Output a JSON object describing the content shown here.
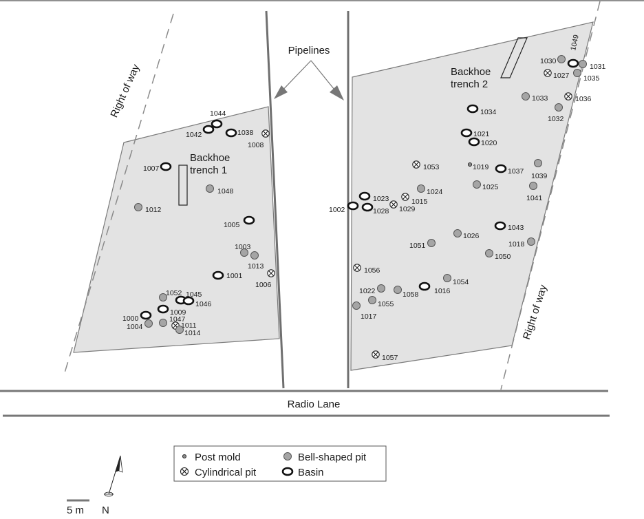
{
  "title": "",
  "labels": {
    "pipelines": "Pipelines",
    "radio_lane": "Radio Lane",
    "right_of_way_west": "Right of way",
    "right_of_way_east": "Right of way",
    "trench1_line1": "Backhoe",
    "trench1_line2": "trench 1",
    "trench2_line1": "Backhoe",
    "trench2_line2": "trench 2",
    "scale": "5 m",
    "north": "N"
  },
  "legend": {
    "post_mold": "Post mold",
    "bell_pit": "Bell-shaped pit",
    "cyl_pit": "Cylindrical pit",
    "basin": "Basin"
  },
  "colors": {
    "area_fill": "#e3e3e3",
    "area_stroke": "#7a7a7a",
    "pit_fill": "#a5a5a5",
    "line": "#6f6f6f",
    "dark": "#111111"
  },
  "features": [
    {
      "id": "1044",
      "type": "basin"
    },
    {
      "id": "1042",
      "type": "basin"
    },
    {
      "id": "1038",
      "type": "basin"
    },
    {
      "id": "1008",
      "type": "cylindrical"
    },
    {
      "id": "1007",
      "type": "basin"
    },
    {
      "id": "1048",
      "type": "bell"
    },
    {
      "id": "1012",
      "type": "bell"
    },
    {
      "id": "1005",
      "type": "basin"
    },
    {
      "id": "1003",
      "type": "bell"
    },
    {
      "id": "1013",
      "type": "bell"
    },
    {
      "id": "1001",
      "type": "basin"
    },
    {
      "id": "1006",
      "type": "cylindrical"
    },
    {
      "id": "1052",
      "type": "bell"
    },
    {
      "id": "1045",
      "type": "basin"
    },
    {
      "id": "1046",
      "type": "basin"
    },
    {
      "id": "1009",
      "type": "basin"
    },
    {
      "id": "1000",
      "type": "basin"
    },
    {
      "id": "1004",
      "type": "bell"
    },
    {
      "id": "1047",
      "type": "bell"
    },
    {
      "id": "1011",
      "type": "cylindrical"
    },
    {
      "id": "1014",
      "type": "bell"
    },
    {
      "id": "1030",
      "type": "bell"
    },
    {
      "id": "1049",
      "type": "basin"
    },
    {
      "id": "1031",
      "type": "bell"
    },
    {
      "id": "1027",
      "type": "cylindrical"
    },
    {
      "id": "1035",
      "type": "bell"
    },
    {
      "id": "1033",
      "type": "bell"
    },
    {
      "id": "1036",
      "type": "cylindrical"
    },
    {
      "id": "1032",
      "type": "bell"
    },
    {
      "id": "1034",
      "type": "basin"
    },
    {
      "id": "1021",
      "type": "basin"
    },
    {
      "id": "1020",
      "type": "basin"
    },
    {
      "id": "1053",
      "type": "cylindrical"
    },
    {
      "id": "1019",
      "type": "post"
    },
    {
      "id": "1037",
      "type": "basin"
    },
    {
      "id": "1039",
      "type": "bell"
    },
    {
      "id": "1025",
      "type": "bell"
    },
    {
      "id": "1041",
      "type": "bell"
    },
    {
      "id": "1024",
      "type": "bell"
    },
    {
      "id": "1023",
      "type": "basin"
    },
    {
      "id": "1015",
      "type": "cylindrical"
    },
    {
      "id": "1002",
      "type": "basin"
    },
    {
      "id": "1028",
      "type": "basin"
    },
    {
      "id": "1029",
      "type": "cylindrical"
    },
    {
      "id": "1043",
      "type": "basin"
    },
    {
      "id": "1026",
      "type": "bell"
    },
    {
      "id": "1018",
      "type": "bell"
    },
    {
      "id": "1051",
      "type": "bell"
    },
    {
      "id": "1050",
      "type": "bell"
    },
    {
      "id": "1056",
      "type": "cylindrical"
    },
    {
      "id": "1054",
      "type": "bell"
    },
    {
      "id": "1022",
      "type": "bell"
    },
    {
      "id": "1058",
      "type": "bell"
    },
    {
      "id": "1016",
      "type": "basin"
    },
    {
      "id": "1055",
      "type": "bell"
    },
    {
      "id": "1017",
      "type": "bell"
    },
    {
      "id": "1057",
      "type": "cylindrical"
    }
  ]
}
